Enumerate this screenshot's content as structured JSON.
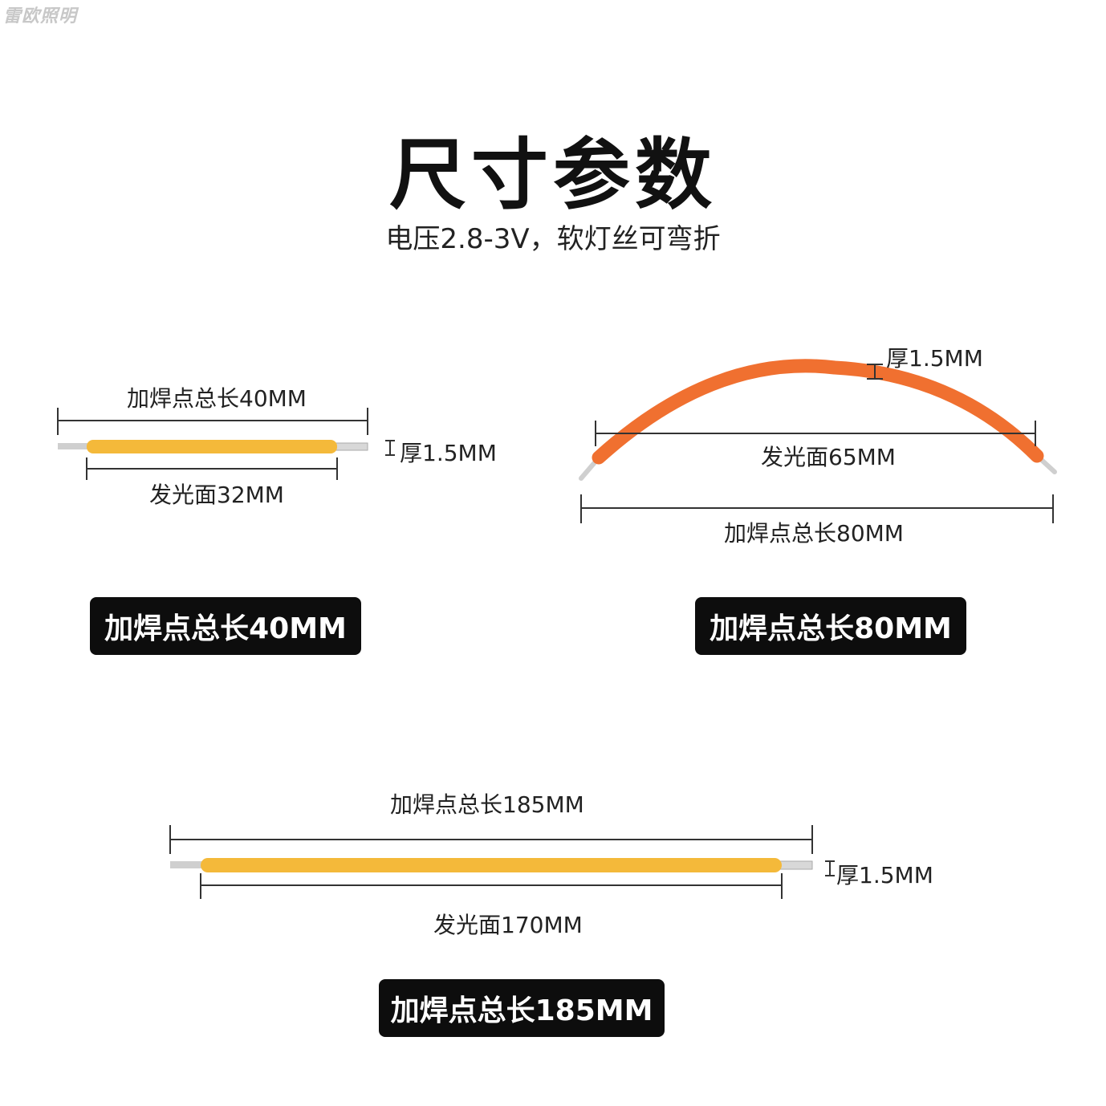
{
  "watermark": "雷欧照明",
  "title": "尺寸参数",
  "subtitle": "电压2.8-3V，软灯丝可弯折",
  "products": [
    {
      "total_label": "加焊点总长40MM",
      "light_label": "发光面32MM",
      "thickness_label": "厚1.5MM",
      "badge": "加焊点总长40MM",
      "color": "#f4b93a"
    },
    {
      "thickness_label": "厚1.5MM",
      "light_label": "发光面65MM",
      "total_label": "加焊点总长80MM",
      "badge": "加焊点总长80MM",
      "color": "#f07030"
    },
    {
      "total_label": "加焊点总长185MM",
      "thickness_label": "厚1.5MM",
      "light_label": "发光面170MM",
      "badge": "加焊点总长185MM",
      "color": "#f4b93a"
    }
  ],
  "colors": {
    "badge_bg": "#0d0d0d",
    "badge_text": "#ffffff",
    "lead": "#c9c9c9"
  }
}
